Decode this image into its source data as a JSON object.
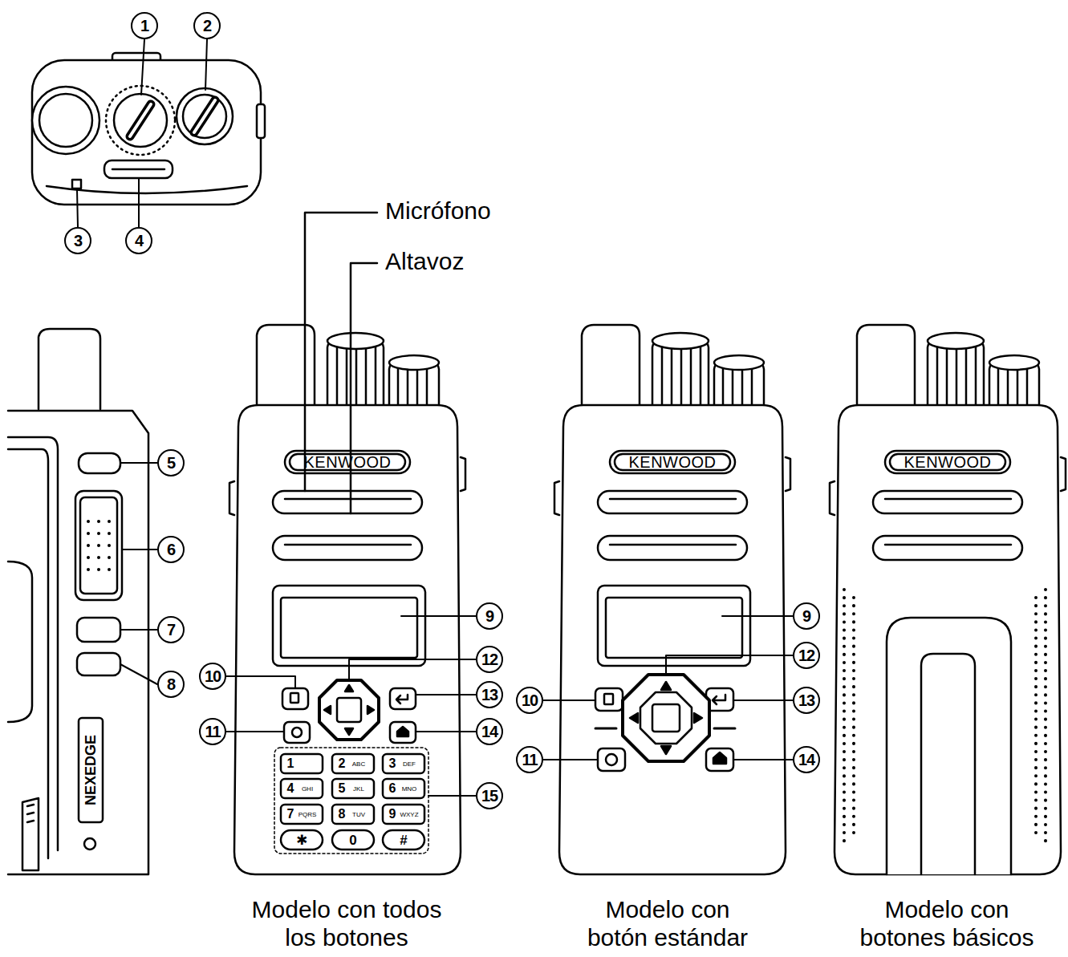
{
  "diagram": {
    "labels": [
      "1",
      "2",
      "3",
      "4",
      "Micrófono",
      "Altavoz",
      "5",
      "6",
      "7",
      "8",
      "NEXEDGE",
      "KENWOOD",
      "9",
      "10",
      "12",
      "13",
      "11",
      "14",
      "15",
      "1",
      "2",
      "ABC",
      "3",
      "DEF",
      "4",
      "GHI",
      "5",
      "JKL",
      "6",
      "MNO",
      "7",
      "PQRS",
      "8",
      "TUV",
      "9",
      "WXYZ",
      "✱",
      "0",
      "#",
      "KENWOOD",
      "9",
      "12",
      "10",
      "13",
      "11",
      "14",
      "KENWOOD",
      "Modelo con todos los botones",
      "Modelo con botón estándar",
      "Modelo con botones básicos"
    ]
  }
}
